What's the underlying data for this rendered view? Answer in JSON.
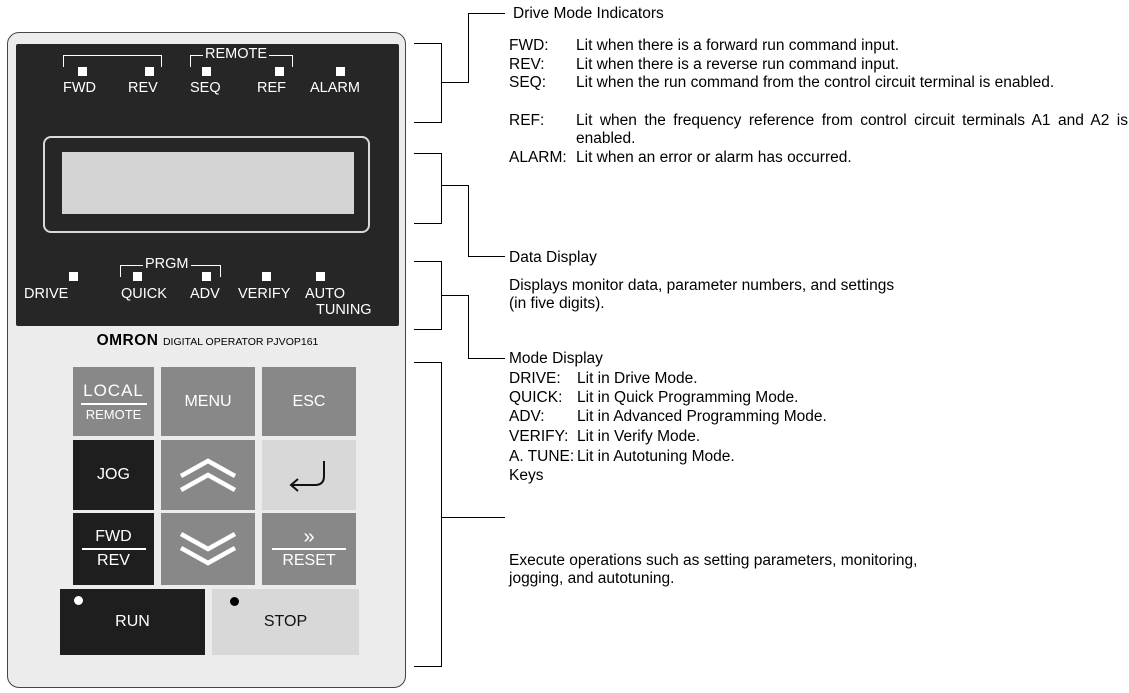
{
  "panel": {
    "drive_indicators": {
      "fwd": "FWD",
      "rev": "REV",
      "seq": "SEQ",
      "ref": "REF",
      "alarm": "ALARM",
      "remote": "REMOTE"
    },
    "mode_indicators": {
      "drive": "DRIVE",
      "quick": "QUICK",
      "adv": "ADV",
      "verify": "VERIFY",
      "auto_line1": "AUTO",
      "auto_line2": "TUNING",
      "prgm": "PRGM"
    },
    "brand": {
      "logo": "OMRON",
      "model": "DIGITAL OPERATOR PJVOP161"
    },
    "keys": {
      "local_top": "LOCAL",
      "local_bottom": "REMOTE",
      "menu": "MENU",
      "esc": "ESC",
      "jog": "JOG",
      "up_icon": "double-chevron-up-icon",
      "enter_icon": "enter-arrow-icon",
      "fwd_top": "FWD",
      "fwd_bottom": "REV",
      "down_icon": "double-chevron-down-icon",
      "shift_top": "»",
      "shift_bottom": "RESET",
      "run": "RUN",
      "stop": "STOP"
    }
  },
  "annotations": {
    "drive_mode": {
      "title": "Drive Mode Indicators",
      "items": [
        {
          "term": "FWD:",
          "desc": "Lit when there is a forward run command input."
        },
        {
          "term": "REV:",
          "desc": "Lit when there is a reverse run command input."
        },
        {
          "term": "SEQ:",
          "desc": "Lit when the run command from the control circuit terminal is enabled."
        },
        {
          "term": "REF:",
          "desc": "Lit when the frequency reference from control circuit terminals A1 and A2 is enabled."
        },
        {
          "term": "ALARM:",
          "desc": "Lit when an error or alarm has occurred."
        }
      ]
    },
    "data_display": {
      "title": "Data Display",
      "desc": "Displays monitor data, parameter numbers, and settings (in five digits)."
    },
    "mode_display": {
      "title": "Mode Display",
      "items": [
        {
          "term": "DRIVE:",
          "desc": "Lit in Drive Mode."
        },
        {
          "term": "QUICK:",
          "desc": "Lit in Quick Programming Mode."
        },
        {
          "term": "ADV:",
          "desc": "Lit in Advanced Programming Mode."
        },
        {
          "term": "VERIFY:",
          "desc": "Lit in Verify Mode."
        },
        {
          "term": "A. TUNE:",
          "desc": "Lit in Autotuning Mode."
        }
      ]
    },
    "keys": {
      "title": "Keys",
      "desc": "Execute operations such as setting parameters, monitoring, jogging, and autotuning."
    }
  }
}
